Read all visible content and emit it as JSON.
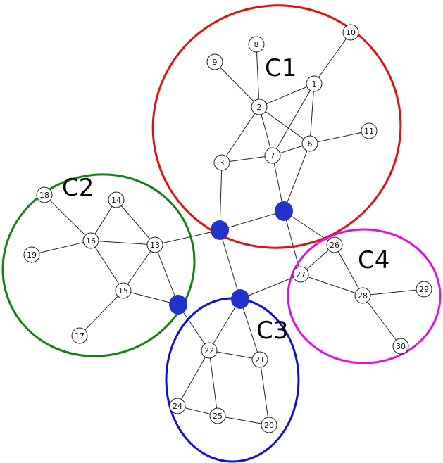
{
  "clusters": [
    {
      "id": "C1",
      "label": "C1",
      "color": "#e01010"
    },
    {
      "id": "C2",
      "label": "C2",
      "color": "#148014"
    },
    {
      "id": "C3",
      "label": "C3",
      "color": "#1010d0"
    },
    {
      "id": "C4",
      "label": "C4",
      "color": "#e010e0"
    }
  ],
  "nodes": [
    {
      "id": "1",
      "label": "1"
    },
    {
      "id": "2",
      "label": "2"
    },
    {
      "id": "3",
      "label": "3"
    },
    {
      "id": "6",
      "label": "6"
    },
    {
      "id": "7",
      "label": "7"
    },
    {
      "id": "8",
      "label": "8"
    },
    {
      "id": "9",
      "label": "9"
    },
    {
      "id": "10",
      "label": "10"
    },
    {
      "id": "11",
      "label": "11"
    },
    {
      "id": "13",
      "label": "13",
      "border_node": true
    },
    {
      "id": "14",
      "label": "14"
    },
    {
      "id": "15",
      "label": "15"
    },
    {
      "id": "16",
      "label": "16"
    },
    {
      "id": "17",
      "label": "17"
    },
    {
      "id": "18",
      "label": "18"
    },
    {
      "id": "19",
      "label": "19"
    },
    {
      "id": "20",
      "label": "20"
    },
    {
      "id": "21",
      "label": "21"
    },
    {
      "id": "22",
      "label": "22",
      "border_node": true
    },
    {
      "id": "24",
      "label": "24"
    },
    {
      "id": "25",
      "label": "25"
    },
    {
      "id": "26",
      "label": "26",
      "border_node": true
    },
    {
      "id": "27",
      "label": "27",
      "border_node": true
    },
    {
      "id": "28",
      "label": "28"
    },
    {
      "id": "29",
      "label": "29"
    },
    {
      "id": "30",
      "label": "30"
    }
  ],
  "hubs": [
    {
      "id": "hubA"
    },
    {
      "id": "hubB"
    },
    {
      "id": "hubC"
    },
    {
      "id": "hubD"
    }
  ],
  "edges": [
    [
      "10",
      "1"
    ],
    [
      "1",
      "2"
    ],
    [
      "1",
      "6"
    ],
    [
      "1",
      "7"
    ],
    [
      "8",
      "2"
    ],
    [
      "9",
      "2"
    ],
    [
      "2",
      "3"
    ],
    [
      "2",
      "7"
    ],
    [
      "2",
      "6"
    ],
    [
      "6",
      "11"
    ],
    [
      "6",
      "7"
    ],
    [
      "3",
      "7"
    ],
    [
      "7",
      "hubB"
    ],
    [
      "6",
      "hubB"
    ],
    [
      "3",
      "hubA"
    ],
    [
      "hubA",
      "hubB"
    ],
    [
      "hubA",
      "13"
    ],
    [
      "hubA",
      "hubD"
    ],
    [
      "hubB",
      "26"
    ],
    [
      "hubB",
      "27"
    ],
    [
      "18",
      "16"
    ],
    [
      "19",
      "16"
    ],
    [
      "16",
      "14"
    ],
    [
      "16",
      "13"
    ],
    [
      "16",
      "15"
    ],
    [
      "14",
      "13"
    ],
    [
      "13",
      "15"
    ],
    [
      "15",
      "17"
    ],
    [
      "15",
      "hubC"
    ],
    [
      "13",
      "hubC"
    ],
    [
      "hubC",
      "22"
    ],
    [
      "hubD",
      "22"
    ],
    [
      "hubD",
      "21"
    ],
    [
      "hubD",
      "27"
    ],
    [
      "22",
      "21"
    ],
    [
      "22",
      "24"
    ],
    [
      "22",
      "25"
    ],
    [
      "24",
      "25"
    ],
    [
      "25",
      "20"
    ],
    [
      "21",
      "20"
    ],
    [
      "26",
      "27"
    ],
    [
      "26",
      "28"
    ],
    [
      "27",
      "28"
    ],
    [
      "28",
      "29"
    ],
    [
      "28",
      "30"
    ]
  ],
  "colors": {
    "hub_fill": "#2233cc",
    "border_node_stroke": "#1f8a1f"
  }
}
